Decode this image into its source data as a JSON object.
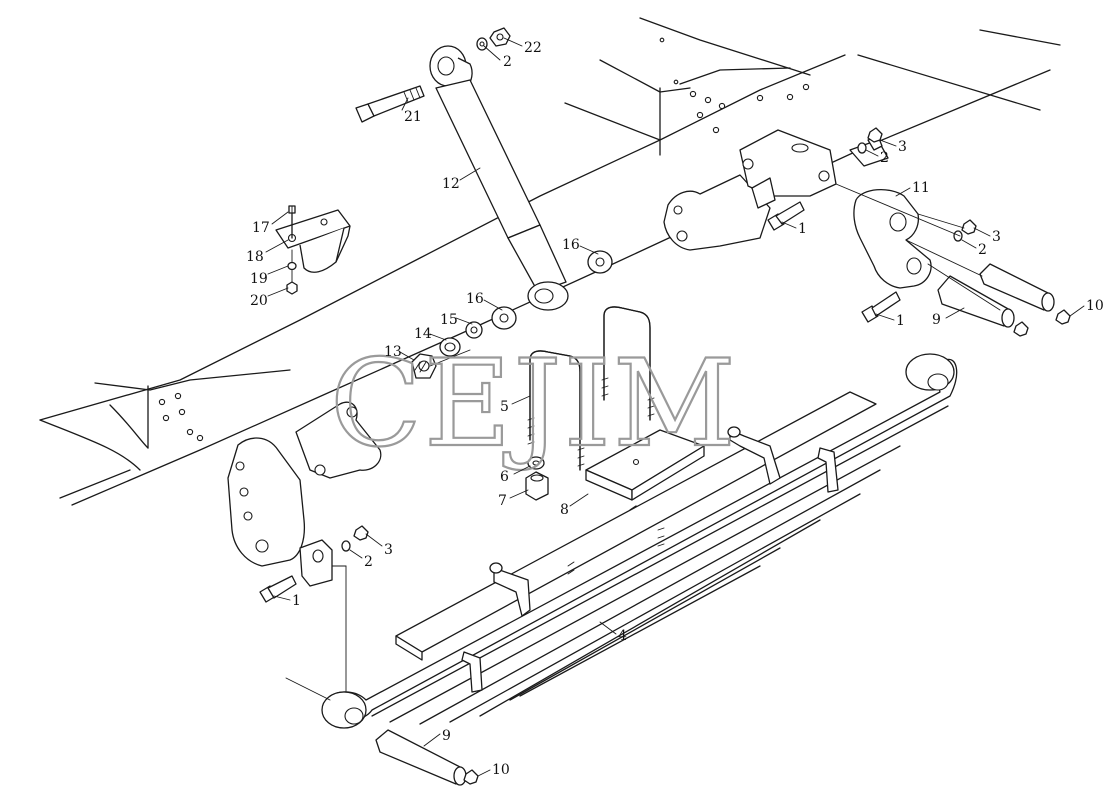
{
  "watermark": "CEJIM",
  "callouts": {
    "c21": "21",
    "c22": "22",
    "c2_top": "2",
    "c12": "12",
    "c17": "17",
    "c18": "18",
    "c19": "19",
    "c20": "20",
    "c16_a": "16",
    "c16_b": "16",
    "c15": "15",
    "c14": "14",
    "c13": "13",
    "c5": "5",
    "c6": "6",
    "c7": "7",
    "c8": "8",
    "c3_a": "3",
    "c2_a": "2",
    "c11": "11",
    "c1_a": "1",
    "c3_b": "3",
    "c2_b": "2",
    "c1_b": "1",
    "c9_a": "9",
    "c10_a": "10",
    "c3_c": "3",
    "c2_c": "2",
    "c1_c": "1",
    "c4": "4",
    "c9_b": "9",
    "c10_b": "10"
  }
}
